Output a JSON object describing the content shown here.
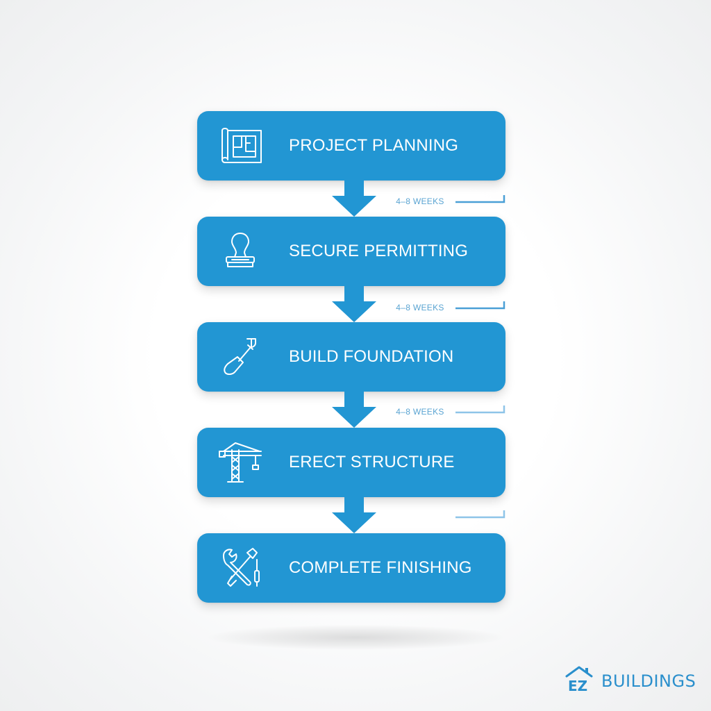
{
  "steps": [
    {
      "label": "PROJECT PLANNING",
      "icon": "blueprint-icon"
    },
    {
      "label": "SECURE PERMITTING",
      "icon": "stamp-icon"
    },
    {
      "label": "BUILD FOUNDATION",
      "icon": "shovel-icon"
    },
    {
      "label": "ERECT STRUCTURE",
      "icon": "crane-icon"
    },
    {
      "label": "COMPLETE FINISHING",
      "icon": "tools-icon"
    }
  ],
  "durations": [
    "4–8 WEEKS",
    "4–8 WEEKS",
    "4–8 WEEKS",
    ""
  ],
  "brand": {
    "name": "BUILDINGS",
    "logo_text": "EZ"
  },
  "colors": {
    "step_fill": "#2296d3",
    "label": "#ffffff",
    "duration_text": "#5aa4d2",
    "tick_line": "#4a9fd6",
    "brand": "#2a8fcc"
  }
}
